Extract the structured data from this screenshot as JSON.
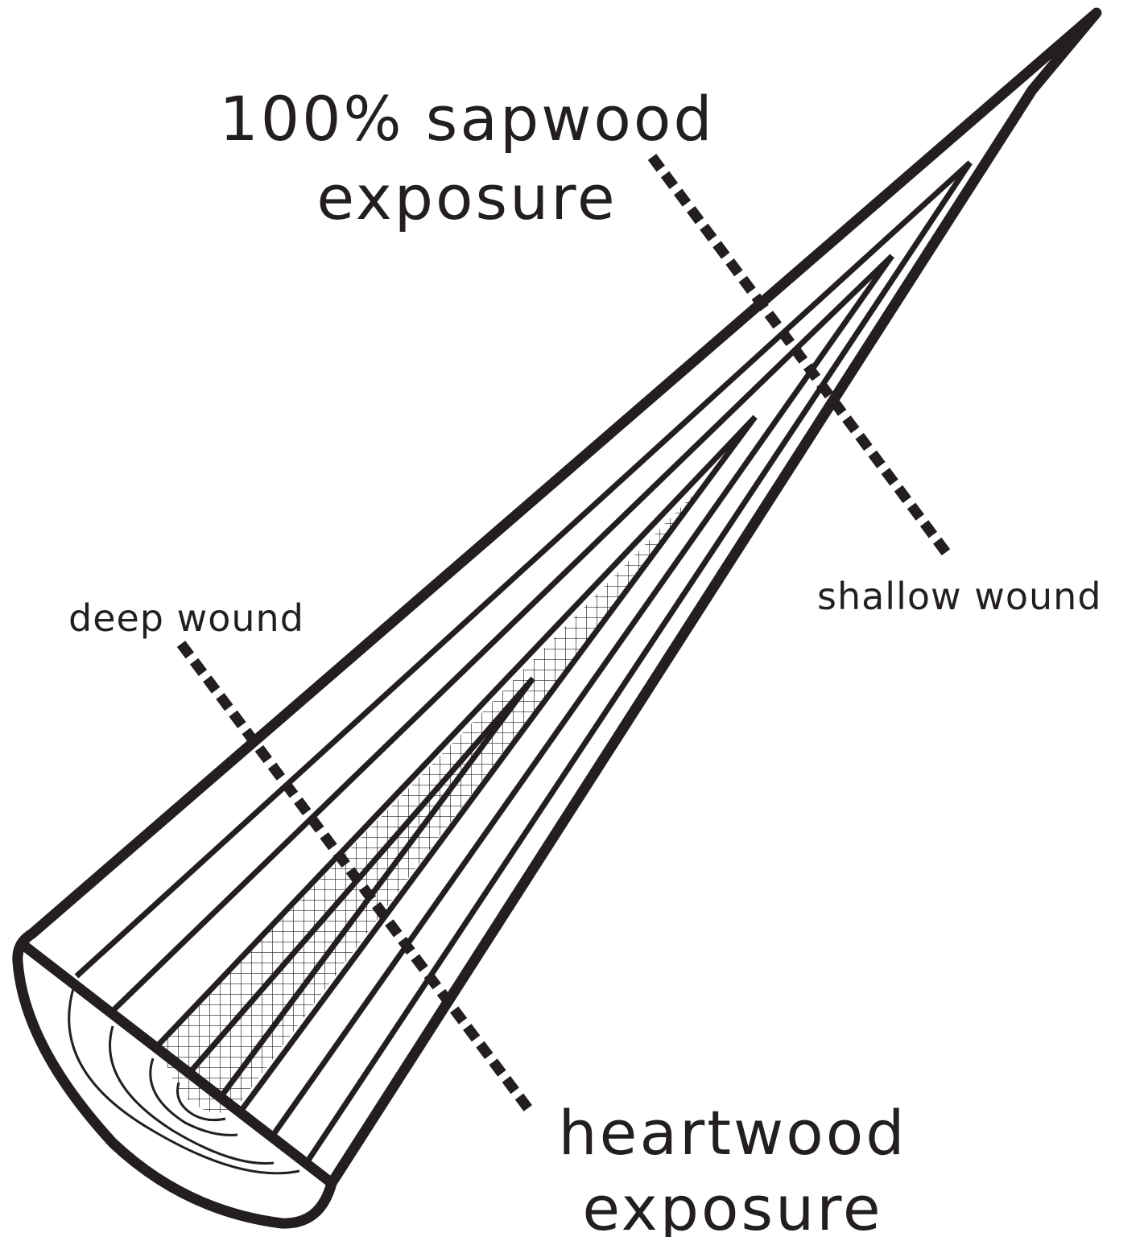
{
  "labels": {
    "sapwood_line1": "100% sapwood",
    "sapwood_line2": "exposure",
    "shallow": "shallow wound",
    "deep": "deep wound",
    "heartwood_line1": "heartwood",
    "heartwood_line2": "exposure"
  },
  "colors": {
    "ink": "#231f20",
    "background": "#ffffff"
  }
}
